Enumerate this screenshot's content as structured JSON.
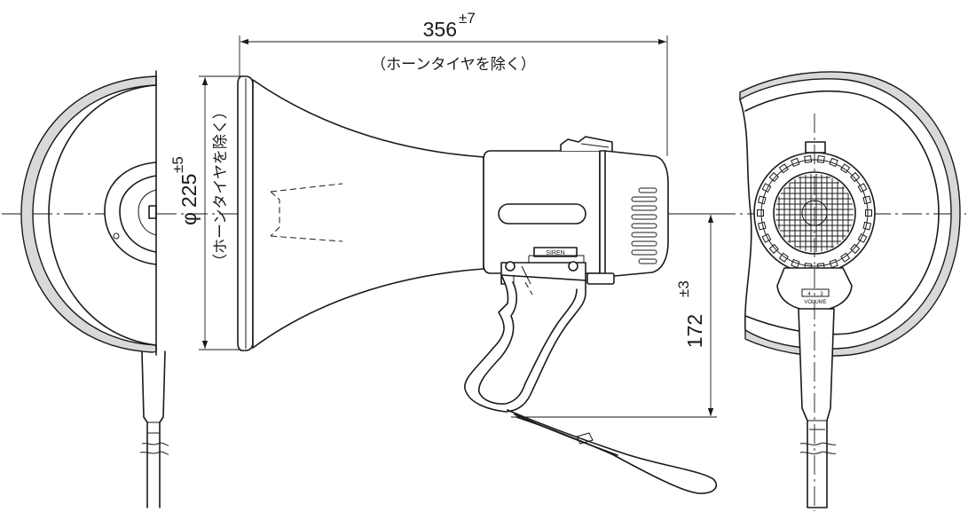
{
  "dimensions": {
    "length": {
      "value": "356",
      "tolerance": "±7",
      "note": "（ホーンタイヤを除く）"
    },
    "diameter": {
      "symbol": "φ",
      "value": "225",
      "tolerance": "±5",
      "note": "（ホーンタイヤを除く）"
    },
    "height": {
      "value": "172",
      "tolerance": "±3"
    }
  },
  "labels": {
    "siren": "SIREN",
    "volume": "VOLUME",
    "volume_marks": [
      "4",
      "3"
    ]
  }
}
